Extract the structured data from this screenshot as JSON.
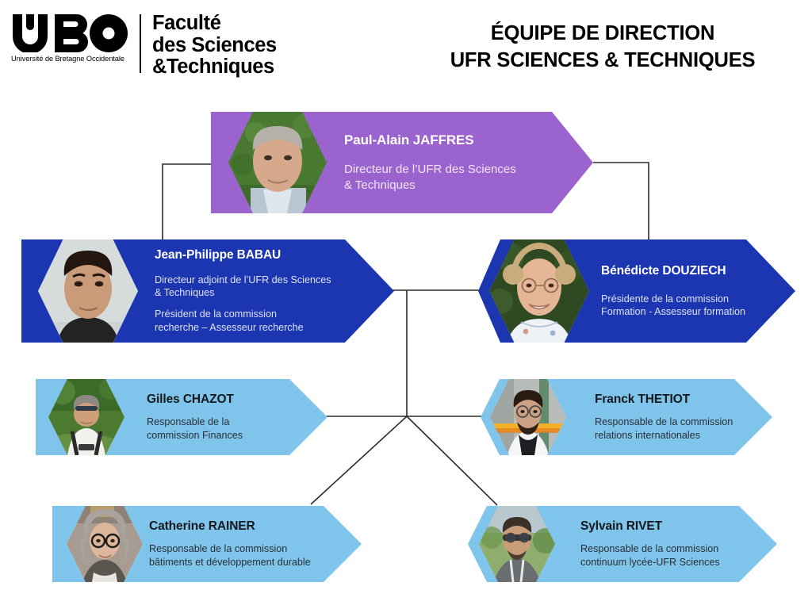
{
  "header": {
    "logo": {
      "wordmark": "UBO",
      "tagline": "Université de Bretagne Occidentale",
      "faculty_line1": "Faculté",
      "faculty_line2": "des Sciences",
      "faculty_line3": "&Techniques"
    },
    "title_line1": "ÉQUIPE DE DIRECTION",
    "title_line2": "UFR SCIENCES & TECHNIQUES"
  },
  "colors": {
    "purple": "#9B63CE",
    "dark_blue": "#1C36B2",
    "light_blue": "#7FC4EA",
    "connector": "#2b2b2b",
    "white": "#ffffff"
  },
  "chart_data": {
    "type": "diagram",
    "title": "ÉQUIPE DE DIRECTION UFR SCIENCES & TECHNIQUES",
    "levels": [
      {
        "level": 1,
        "color": "#9B63CE",
        "members": [
          "Paul-Alain JAFFRES"
        ]
      },
      {
        "level": 2,
        "color": "#1C36B2",
        "members": [
          "Jean-Philippe BABAU",
          "Bénédicte DOUZIECH"
        ]
      },
      {
        "level": 3,
        "color": "#7FC4EA",
        "members": [
          "Gilles CHAZOT",
          "Franck THETIOT",
          "Catherine RAINER",
          "Sylvain RIVET"
        ]
      }
    ],
    "edges": [
      [
        "Paul-Alain JAFFRES",
        "Jean-Philippe BABAU"
      ],
      [
        "Paul-Alain JAFFRES",
        "Bénédicte DOUZIECH"
      ],
      [
        "Jean-Philippe BABAU",
        "Bénédicte DOUZIECH"
      ],
      [
        "hub",
        "Gilles CHAZOT"
      ],
      [
        "hub",
        "Franck THETIOT"
      ],
      [
        "hub",
        "Catherine RAINER"
      ],
      [
        "hub",
        "Sylvain RIVET"
      ]
    ]
  },
  "cards": {
    "jaffres": {
      "name": "Paul-Alain JAFFRES",
      "roles": [
        "Directeur de l’UFR des Sciences\n& Techniques"
      ]
    },
    "babau": {
      "name": "Jean-Philippe BABAU",
      "roles": [
        "Directeur adjoint de l’UFR des Sciences\n& Techniques",
        "Président de la commission\nrecherche – Assesseur recherche"
      ]
    },
    "douziech": {
      "name": "Bénédicte DOUZIECH",
      "roles": [
        "Présidente de la commission\nFormation - Assesseur formation"
      ]
    },
    "chazot": {
      "name": "Gilles CHAZOT",
      "roles": [
        "Responsable de la\ncommission Finances"
      ]
    },
    "thetiot": {
      "name": "Franck THETIOT",
      "roles": [
        "Responsable de la commission\nrelations internationales"
      ]
    },
    "rainer": {
      "name": "Catherine RAINER",
      "roles": [
        "Responsable de la commission\nbâtiments et développement durable"
      ]
    },
    "rivet": {
      "name": "Sylvain RIVET",
      "roles": [
        "Responsable de la commission\ncontinuum lycée-UFR Sciences"
      ]
    }
  }
}
